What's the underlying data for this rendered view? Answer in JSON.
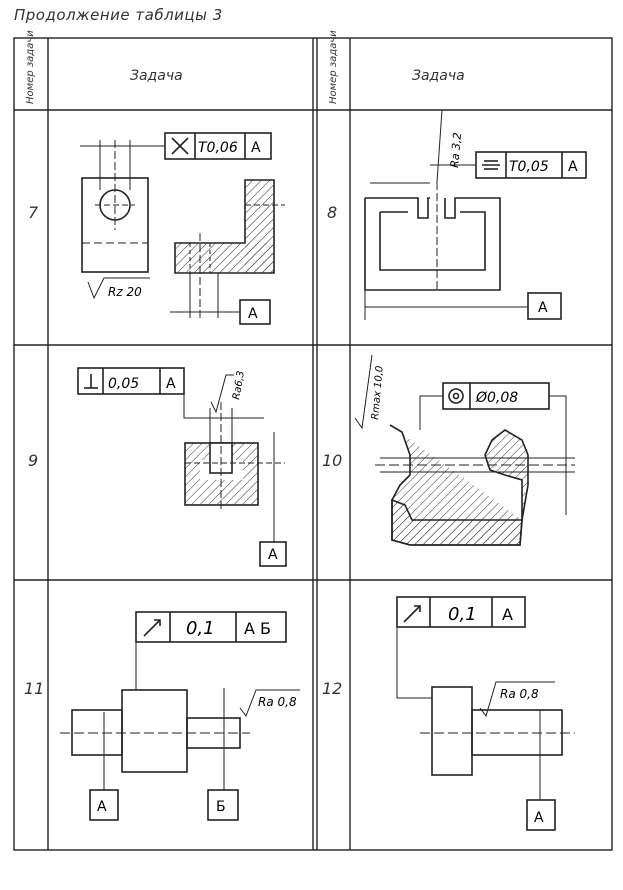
{
  "caption": "Продолжение таблицы 3",
  "header": {
    "num_col": "Номер задачи",
    "task_col": "Задача"
  },
  "rows": [
    {
      "left": "7",
      "right": "8"
    },
    {
      "left": "9",
      "right": "10"
    },
    {
      "left": "11",
      "right": "12"
    }
  ],
  "task7": {
    "tol": "T0,06",
    "datum": "A",
    "rough": "Rz 20",
    "datum_box": "A"
  },
  "task8": {
    "tol": "T0,05",
    "datum": "A",
    "rough": "Ra 3,2",
    "datum_box": "A"
  },
  "task9": {
    "tol": "0,05",
    "datum": "A",
    "rough": "Ra6,3",
    "datum_box": "A"
  },
  "task10": {
    "tol": "Ø0,08",
    "rough": "Rmax 10,0"
  },
  "task11": {
    "tol": "0,1",
    "datum": "A Б",
    "rough": "Ra 0,8",
    "datum_a": "A",
    "datum_b": "Б"
  },
  "task12": {
    "tol": "0,1",
    "datum": "A",
    "rough": "Ra 0,8",
    "datum_box": "A"
  }
}
